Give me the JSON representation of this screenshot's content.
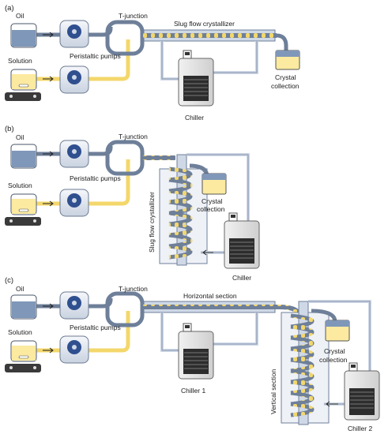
{
  "panels": [
    {
      "label": "(a)",
      "oil": "Oil",
      "solution": "Solution",
      "pumps": "Peristaltic pumps",
      "tjunction": "T-junction",
      "crystallizer": "Slug flow crystallizer",
      "collection": [
        "Crystal",
        "collection"
      ],
      "chiller": "Chiller"
    },
    {
      "label": "(b)",
      "oil": "Oil",
      "solution": "Solution",
      "pumps": "Peristaltic pumps",
      "tjunction": "T-junction",
      "crystallizer": "Slug flow crystallizer",
      "collection": [
        "Crystal",
        "collection"
      ],
      "chiller": "Chiller"
    },
    {
      "label": "(c)",
      "oil": "Oil",
      "solution": "Solution",
      "pumps": "Peristaltic pumps",
      "tjunction": "T-junction",
      "horizontal": "Horizontal section",
      "vertical": "Vertical section",
      "collection": [
        "Crystal",
        "collection"
      ],
      "chiller1": "Chiller 1",
      "chiller2": "Chiller 2"
    }
  ],
  "colors": {
    "oil": "#7f97b8",
    "solution": "#fbeaa0",
    "tube": "#6e7f99",
    "tube_light": "#cfd8e6",
    "slug": "#f3d76b",
    "pump_head": "#2f4f8f",
    "chiller": "#e6e6e6"
  }
}
